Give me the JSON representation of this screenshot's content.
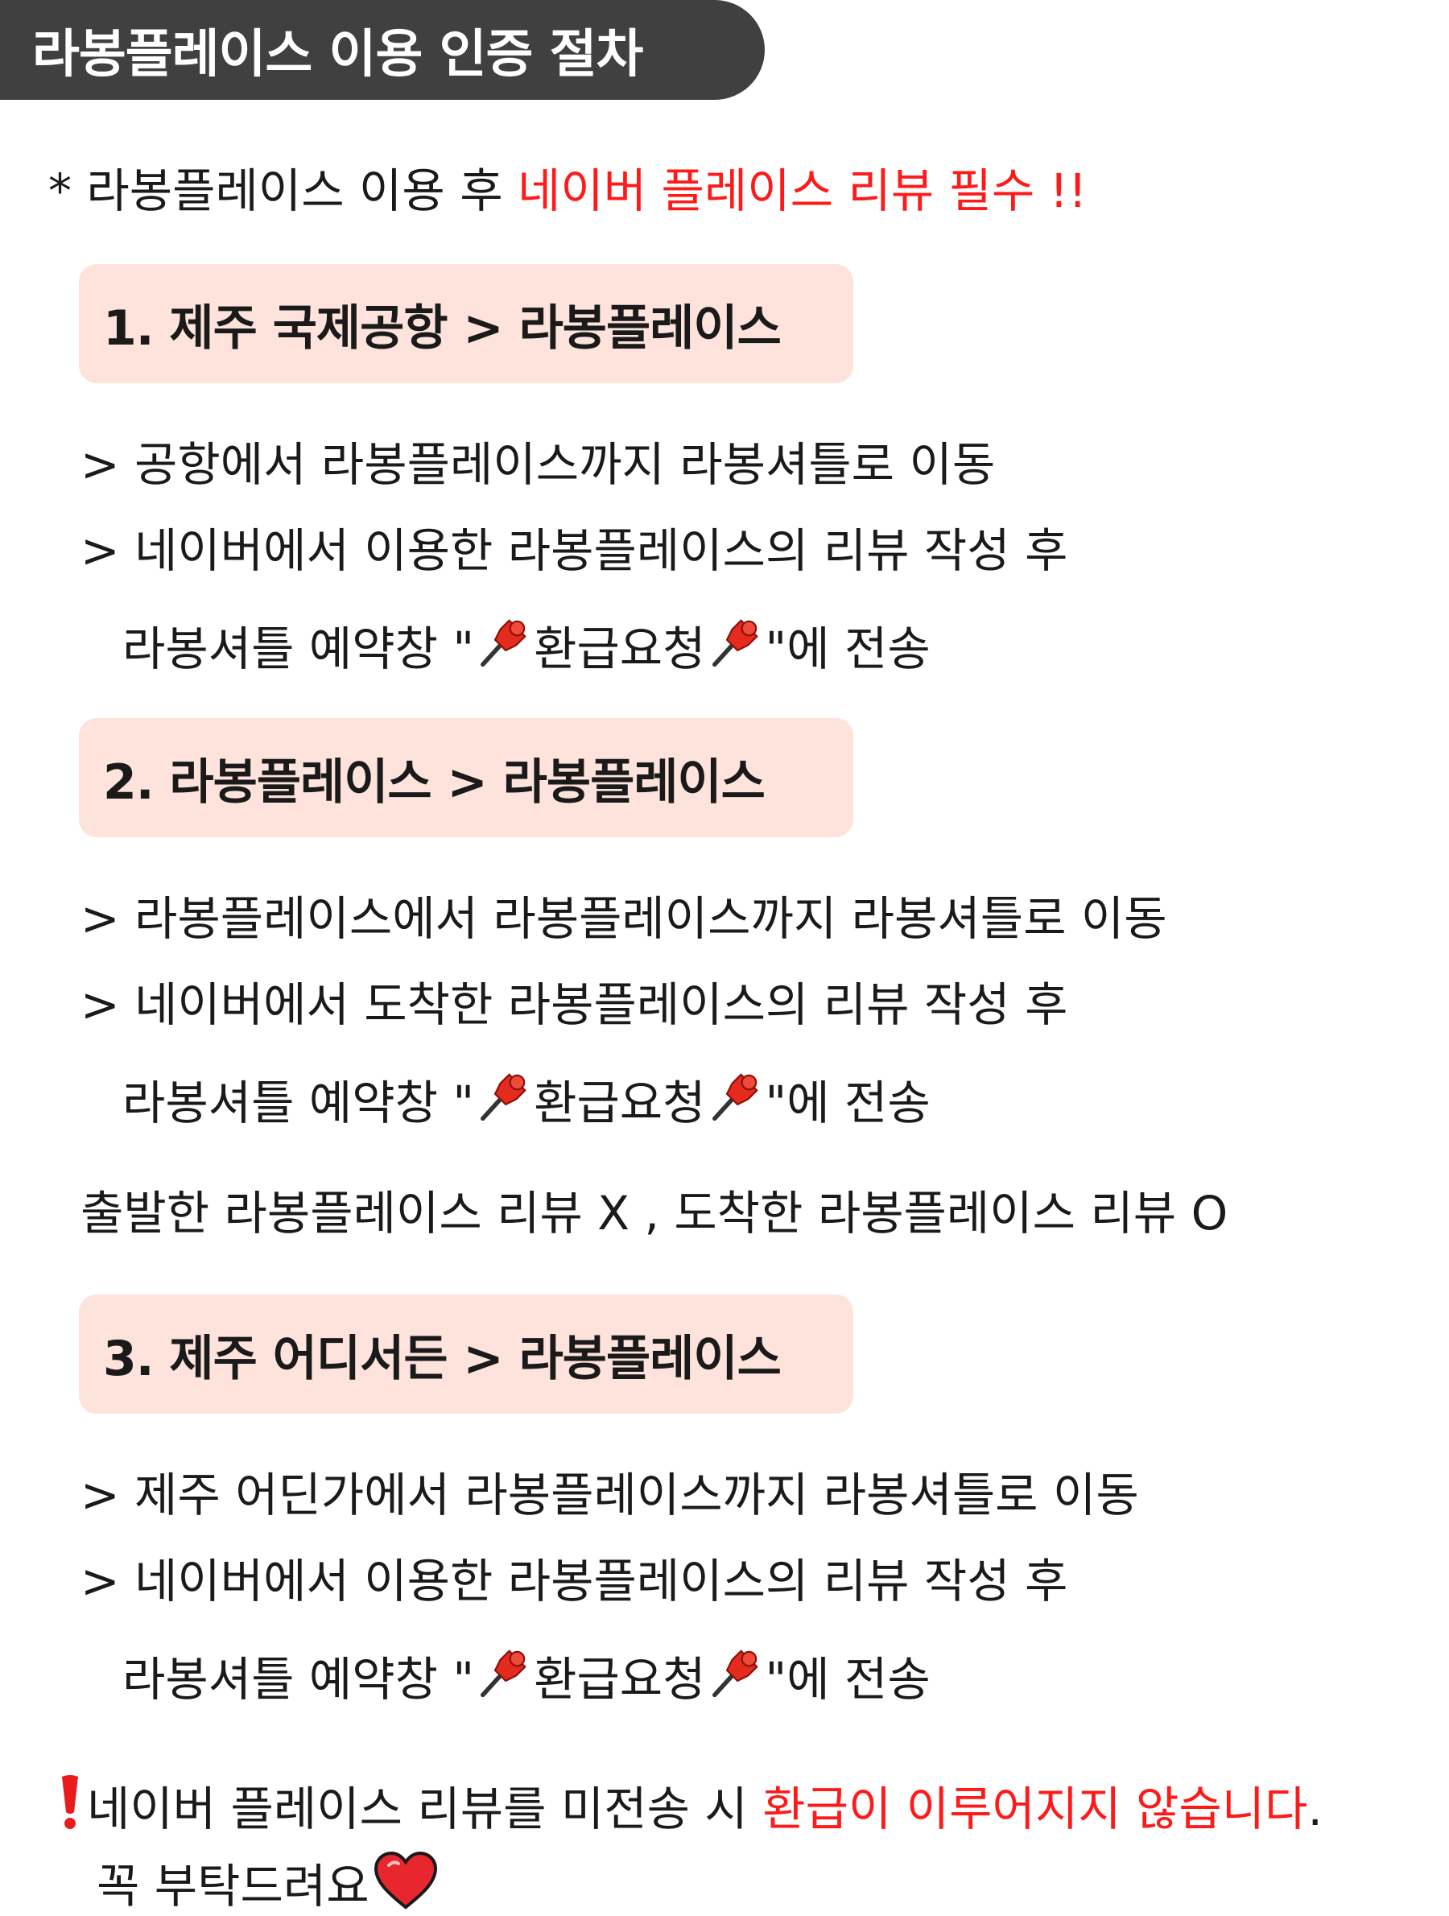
{
  "title": "라봉플레이스 이용 인증 절차",
  "note": {
    "prefix": "* 라봉플레이스 이용 후 ",
    "highlight": "네이버 플레이스 리뷰 필수 !!"
  },
  "pin_text": "환급요청",
  "steps": [
    {
      "heading": "1. 제주 국제공항 > 라봉플레이스",
      "line1": "> 공항에서 라봉플레이스까지 라봉셔틀로 이동",
      "line2": "> 네이버에서 이용한 라봉플레이스의 리뷰 작성 후",
      "line3_prefix": "라봉셔틀 예약창 \"",
      "line3_suffix": "\"에 전송"
    },
    {
      "heading": "2. 라봉플레이스 > 라봉플레이스",
      "line1": "> 라봉플레이스에서 라봉플레이스까지 라봉셔틀로 이동",
      "line2": "> 네이버에서 도착한 라봉플레이스의 리뷰 작성 후",
      "line3_prefix": "라봉셔틀 예약창 \"",
      "line3_suffix": "\"에 전송",
      "extra": "출발한 라봉플레이스 리뷰 X , 도착한 라봉플레이스 리뷰 O"
    },
    {
      "heading": "3. 제주 어디서든 > 라봉플레이스",
      "line1": "> 제주 어딘가에서 라봉플레이스까지 라봉셔틀로 이동",
      "line2": "> 네이버에서 이용한 라봉플레이스의 리뷰 작성 후",
      "line3_prefix": "라봉셔틀 예약창 \"",
      "line3_suffix": "\"에 전송"
    }
  ],
  "warning": {
    "prefix": "네이버 플레이스 리뷰를 미전송 시 ",
    "highlight": "환급이 이루어지지 않습니다",
    "suffix": ".",
    "line2": "꼭 부탁드려요"
  },
  "colors": {
    "title_bg": "#404040",
    "step_bg": "#fde3dc",
    "accent_red": "#ff1a1a"
  },
  "icons": [
    "pushpin-icon",
    "exclamation-icon",
    "heart-icon"
  ]
}
